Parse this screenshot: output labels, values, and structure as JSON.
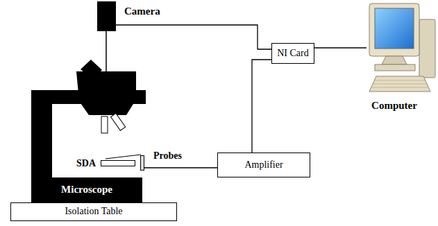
{
  "diagram": {
    "nodes": [
      {
        "text": [
          "Camera"
        ]
      },
      {
        "text": [
          "NI Card"
        ]
      },
      {
        "text": [
          "Computer"
        ]
      },
      {
        "text": [
          "SDA"
        ]
      },
      {
        "text": [
          "Probes"
        ]
      },
      {
        "text": [
          "Amplifier"
        ]
      },
      {
        "text": [
          "Microscope"
        ]
      },
      {
        "text": [
          "Isolation Table"
        ]
      }
    ],
    "edges": [
      {
        "from": 0,
        "to": 1,
        "arrow": "none"
      },
      {
        "from": 1,
        "to": 2,
        "arrow": "none"
      },
      {
        "from": 1,
        "to": 5,
        "arrow": "none"
      },
      {
        "from": 4,
        "to": 5,
        "arrow": "none"
      }
    ]
  }
}
